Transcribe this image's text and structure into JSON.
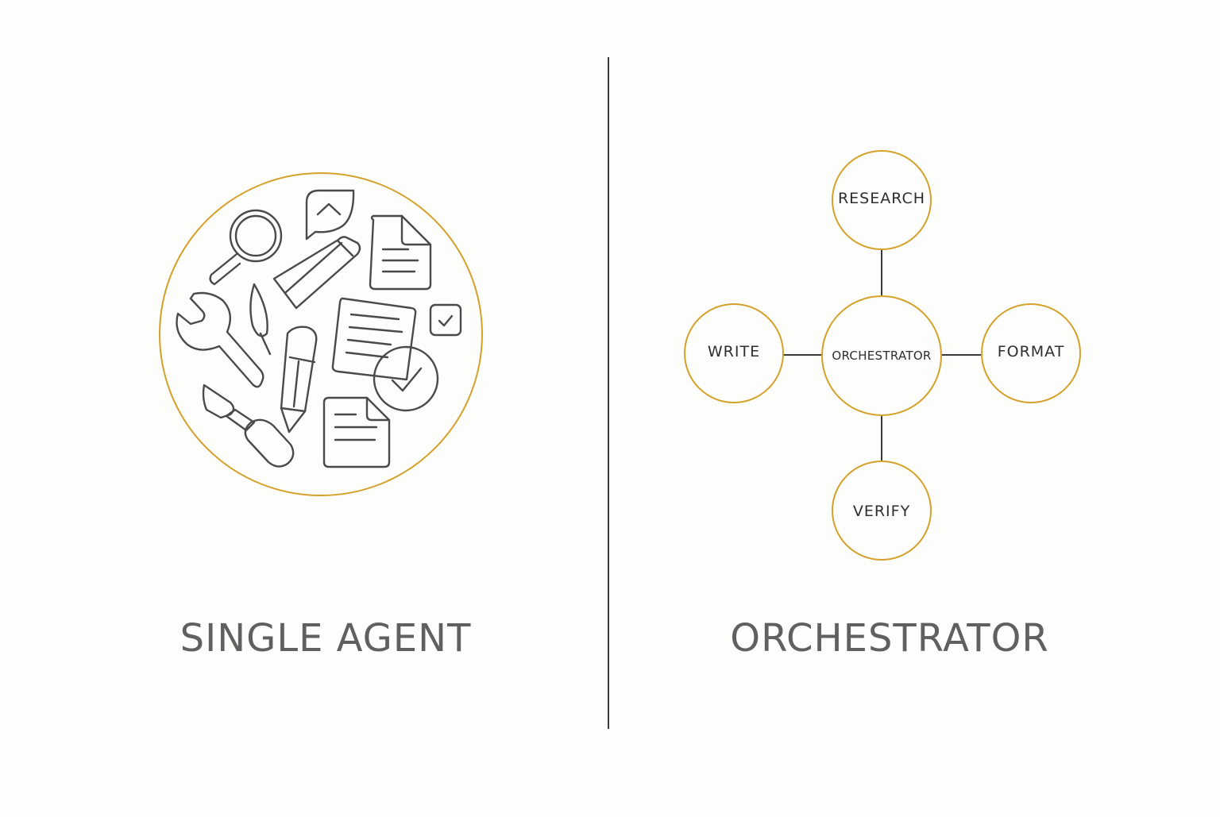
{
  "colors": {
    "background": "#fdfdfb",
    "accent": "#d4a12a",
    "line": "#3a3a3a",
    "icon_stroke": "#4a4a4a",
    "title_text": "#606060"
  },
  "left_panel": {
    "title": "SINGLE AGENT",
    "icons": [
      "magnifier-icon",
      "chat-bubble-icon",
      "document-icon",
      "pencil-icon",
      "feather-icon",
      "wrench-icon",
      "notes-icon",
      "small-checkbox-icon",
      "marker-icon",
      "checkmark-circle-icon",
      "knife-icon",
      "page-icon"
    ]
  },
  "right_panel": {
    "title": "ORCHESTRATOR",
    "center_node": "ORCHESTRATOR",
    "nodes": {
      "top": "RESEARCH",
      "left": "WRITE",
      "right": "FORMAT",
      "bottom": "VERIFY"
    }
  }
}
